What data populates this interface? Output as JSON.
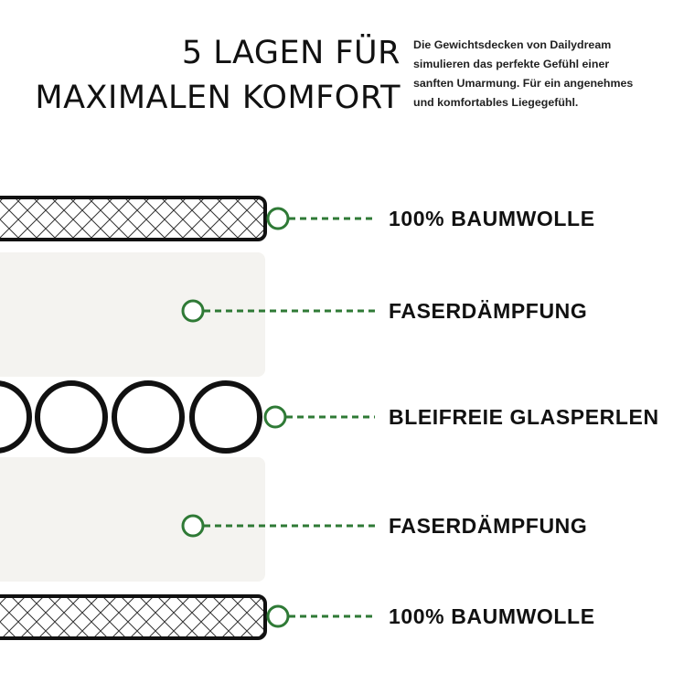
{
  "colors": {
    "connector_green": "#2f7a36",
    "layer_outline": "#111111",
    "fiber_panel": "#f4f3f0",
    "background": "#ffffff"
  },
  "header": {
    "title_line1": "5 LAGEN FÜR",
    "title_line2": "MAXIMALEN KOMFORT",
    "description_lines": [
      "Die Gewichtsdecken von Dailydream",
      "simulieren das perfekte Gefühl einer",
      "sanften Umarmung. Für ein angenehmes",
      "und komfortables Liegegefühl."
    ]
  },
  "layers": [
    {
      "label": "100% BAUMWOLLE",
      "kind": "cotton-quilted"
    },
    {
      "label": "FASERDÄMPFUNG",
      "kind": "fiber-padding"
    },
    {
      "label": "BLEIFREIE GLASPERLEN",
      "kind": "glass-beads"
    },
    {
      "label": "FASERDÄMPFUNG",
      "kind": "fiber-padding"
    },
    {
      "label": "100% BAUMWOLLE",
      "kind": "cotton-quilted"
    }
  ]
}
